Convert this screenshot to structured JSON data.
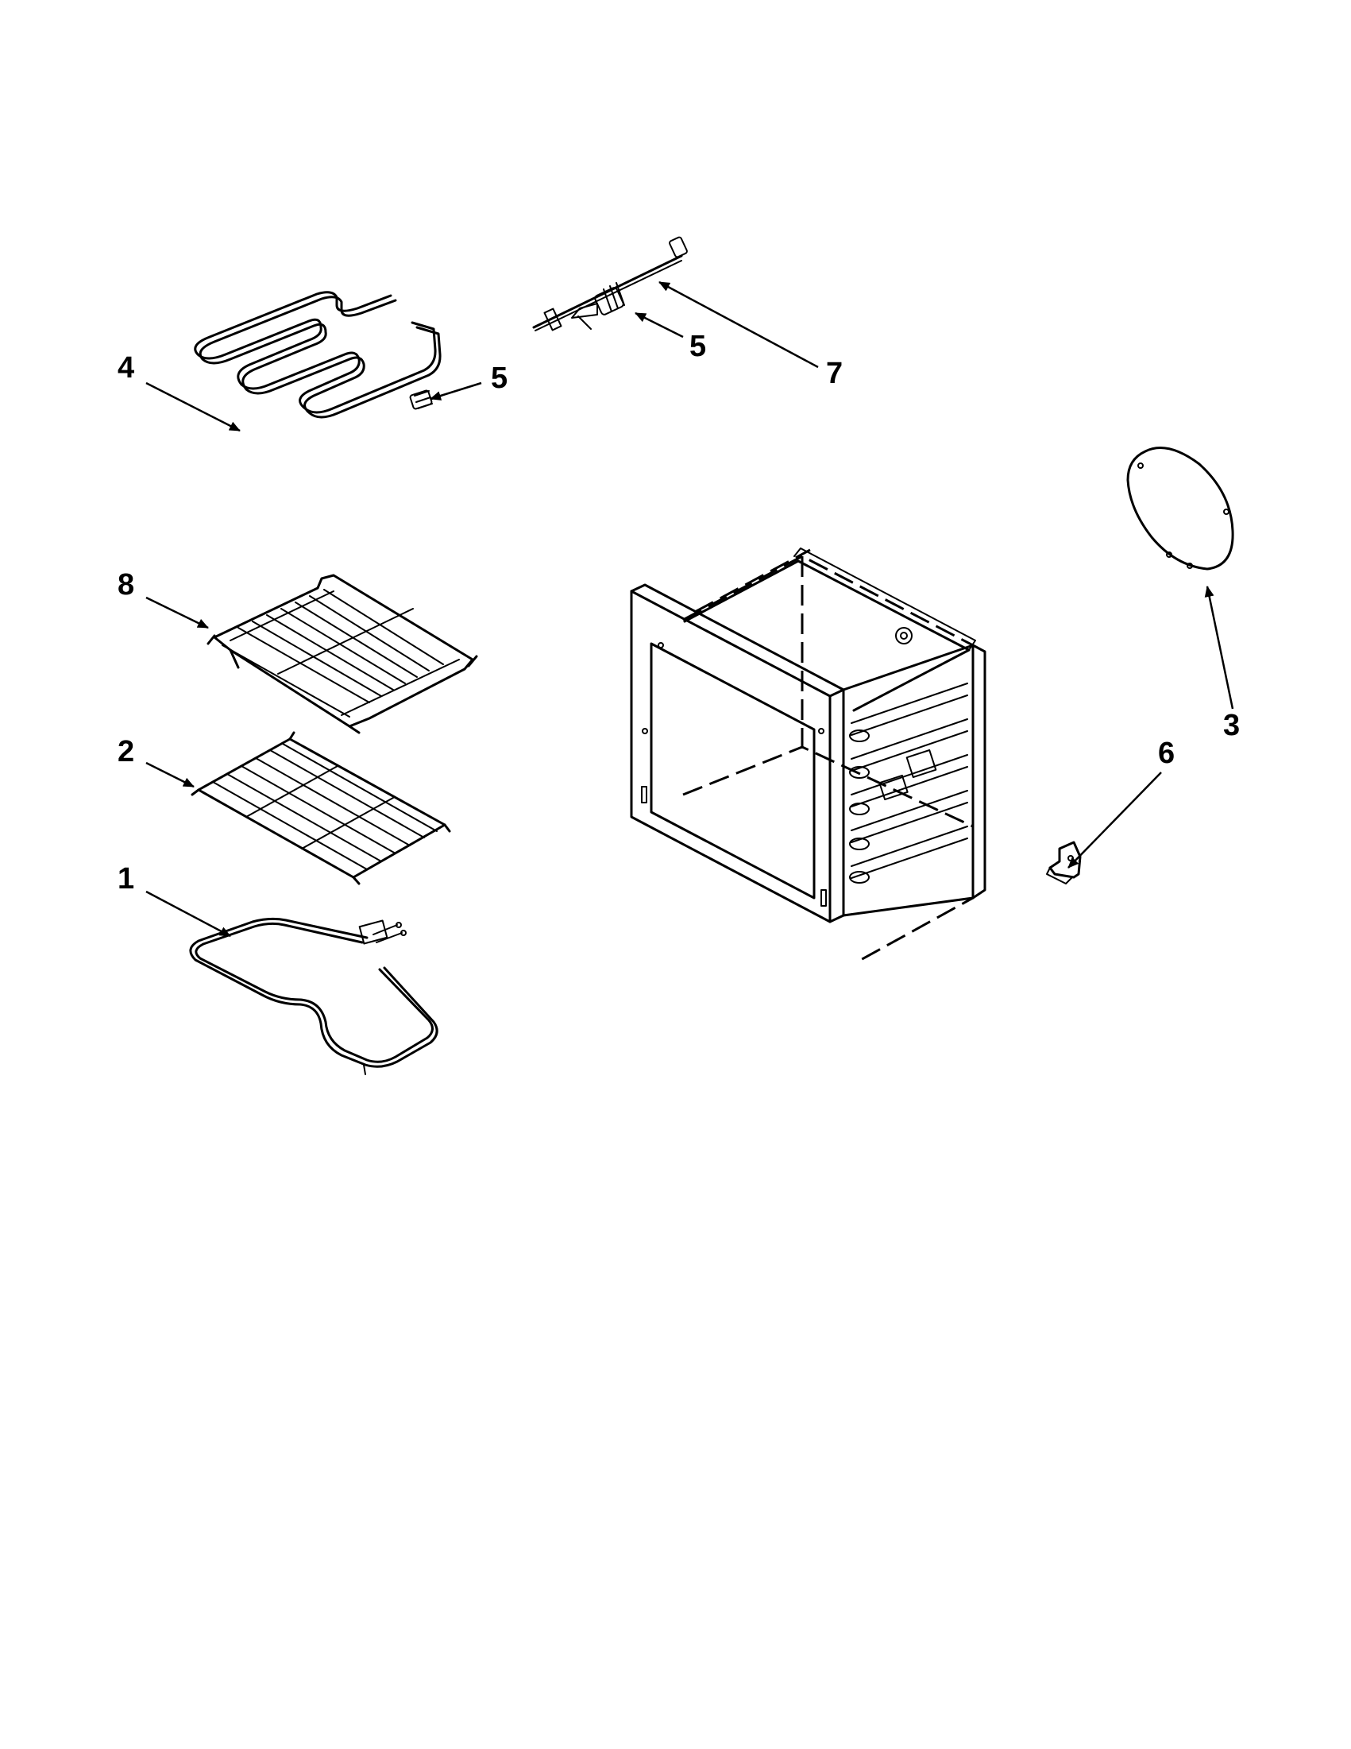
{
  "diagram": {
    "callouts": [
      {
        "id": "c4",
        "label": "4"
      },
      {
        "id": "c5a",
        "label": "5"
      },
      {
        "id": "c5b",
        "label": "5"
      },
      {
        "id": "c7",
        "label": "7"
      },
      {
        "id": "c8",
        "label": "8"
      },
      {
        "id": "c2",
        "label": "2"
      },
      {
        "id": "c1",
        "label": "1"
      },
      {
        "id": "c3",
        "label": "3"
      },
      {
        "id": "c6",
        "label": "6"
      }
    ],
    "parts": [
      {
        "id": "broil-element",
        "icon": "broil-element-icon"
      },
      {
        "id": "screw",
        "icon": "screw-icon"
      },
      {
        "id": "sensor",
        "icon": "temperature-sensor-icon"
      },
      {
        "id": "rack-8",
        "icon": "oven-rack-icon"
      },
      {
        "id": "rack-2",
        "icon": "oven-rack-icon"
      },
      {
        "id": "bake-element",
        "icon": "bake-element-icon"
      },
      {
        "id": "oven-cavity",
        "icon": "oven-cavity-icon"
      },
      {
        "id": "gasket",
        "icon": "insulation-gasket-icon"
      },
      {
        "id": "bracket",
        "icon": "bracket-icon"
      }
    ],
    "line_color": "#000000",
    "background": "#ffffff"
  }
}
